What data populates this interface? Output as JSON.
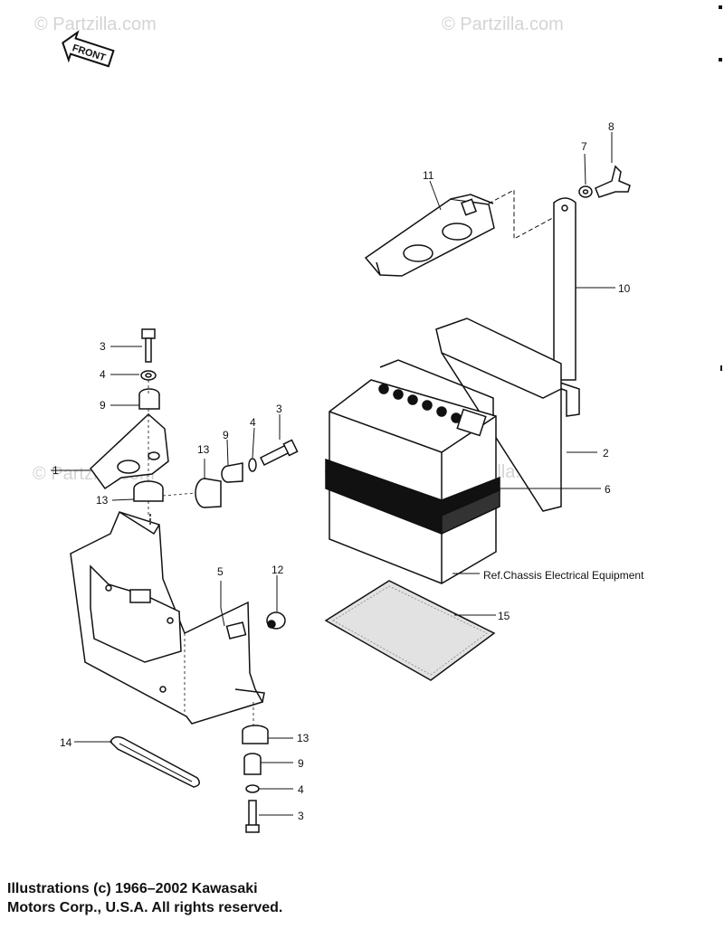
{
  "watermark": "© Partzilla.com",
  "front_arrow_label": "FRONT",
  "callouts": {
    "c1": "1",
    "c2": "2",
    "c3a": "3",
    "c3b": "3",
    "c3c": "3",
    "c4a": "4",
    "c4b": "4",
    "c4c": "4",
    "c5": "5",
    "c6": "6",
    "c7": "7",
    "c8": "8",
    "c9a": "9",
    "c9b": "9",
    "c9c": "9",
    "c10": "10",
    "c11": "11",
    "c12": "12",
    "c13a": "13",
    "c13b": "13",
    "c13c": "13",
    "c14": "14",
    "c15": "15"
  },
  "reference_note": "Ref.Chassis Electrical Equipment",
  "copyright": {
    "line1": "Illustrations (c) 1966–2002 Kawasaki",
    "line2": "Motors Corp., U.S.A.  All rights reserved."
  }
}
